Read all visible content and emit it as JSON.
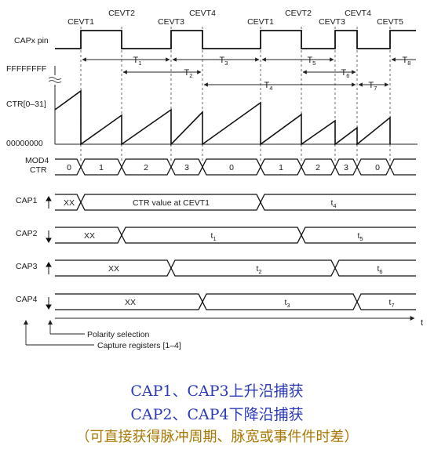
{
  "signal_labels": {
    "cap_pin": "CAPx pin",
    "ctr_max": "FFFFFFFF",
    "ctr": "CTR[0–31]",
    "ctr_zero": "00000000",
    "mod4_line1": "MOD4",
    "mod4_line2": "CTR",
    "cap1": "CAP1",
    "cap2": "CAP2",
    "cap3": "CAP3",
    "cap4": "CAP4",
    "time_axis": "t"
  },
  "events": [
    "CEVT1",
    "CEVT2",
    "CEVT3",
    "CEVT4",
    "CEVT1",
    "CEVT2",
    "CEVT3",
    "CEVT4",
    "CEVT5"
  ],
  "periods": [
    "T",
    "T",
    "T",
    "T",
    "T",
    "T",
    "T",
    "T"
  ],
  "period_subscripts": [
    "1",
    "2",
    "3",
    "4",
    "5",
    "6",
    "7",
    "8"
  ],
  "mod4_values": [
    "0",
    "1",
    "2",
    "3",
    "0",
    "1",
    "2",
    "3",
    "0"
  ],
  "cap_rows": {
    "cap1": [
      "XX",
      "CTR value at CEVT1",
      "t",
      "4"
    ],
    "cap2": [
      "XX",
      "t",
      "1",
      "t",
      "5"
    ],
    "cap3": [
      "XX",
      "t",
      "2",
      "t",
      "6"
    ],
    "cap4": [
      "XX",
      "t",
      "3",
      "t",
      "7"
    ]
  },
  "legend": {
    "polarity": "Polarity selection",
    "capture_registers": "Capture registers [1–4]"
  },
  "caption": {
    "line1": "CAP1、CAP3上升沿捕获",
    "line2": "CAP2、CAP4下降沿捕获",
    "line3": "（可直接获得脉冲周期、脉宽或事件件时差）"
  }
}
